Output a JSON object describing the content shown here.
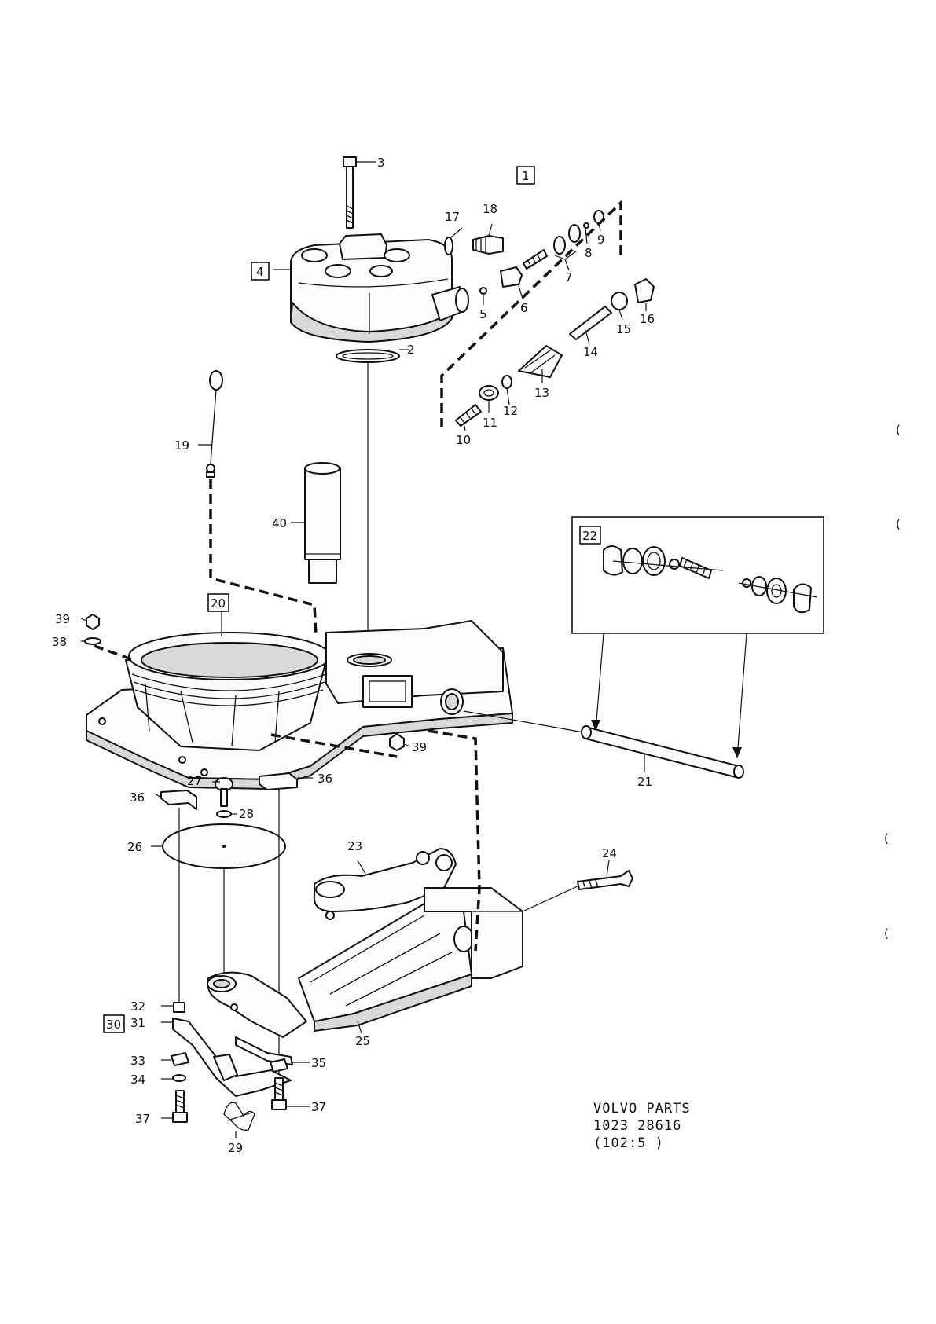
{
  "callouts": {
    "c1": "1",
    "c2": "2",
    "c3": "3",
    "c4": "4",
    "c5": "5",
    "c6": "6",
    "c7": "7",
    "c8": "8",
    "c9": "9",
    "c10": "10",
    "c11": "11",
    "c12": "12",
    "c13": "13",
    "c14": "14",
    "c15": "15",
    "c16": "16",
    "c17": "17",
    "c18": "18",
    "c19": "19",
    "c20": "20",
    "c21": "21",
    "c22": "22",
    "c23": "23",
    "c24": "24",
    "c25": "25",
    "c26": "26",
    "c27": "27",
    "c28": "28",
    "c29": "29",
    "c30": "30",
    "c31": "31",
    "c32": "32",
    "c33": "33",
    "c34": "34",
    "c35": "35",
    "c36": "36",
    "c37": "37",
    "c38": "38",
    "c39": "39",
    "c40": "40"
  },
  "caption": {
    "line1": "VOLVO PARTS",
    "line2": "1023  28616",
    "line3": "(102:5 )"
  },
  "margin_marks": [
    "(",
    "(",
    "(",
    "("
  ]
}
